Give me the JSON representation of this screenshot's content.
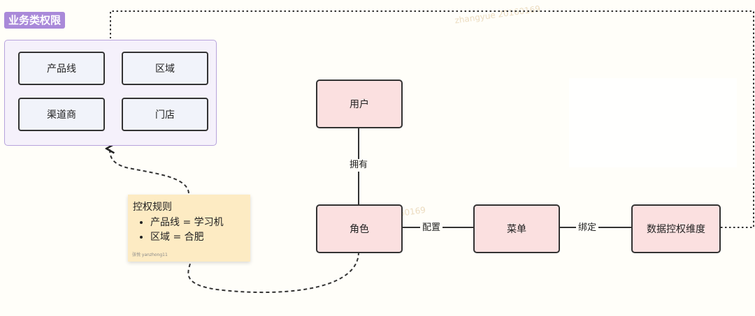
{
  "group": {
    "title": "业务类权限",
    "items": [
      "产品线",
      "区域",
      "渠道商",
      "门店"
    ]
  },
  "nodes": {
    "user": "用户",
    "role": "角色",
    "menu": "菜单",
    "dimension": "数据控权维度"
  },
  "edges": {
    "has": "拥有",
    "configure": "配置",
    "bind": "绑定"
  },
  "note": {
    "title": "控权规则",
    "rules": [
      "产品线 = 学习机",
      "区域 = 合肥"
    ],
    "author": "张悦 yanzhong11"
  },
  "colors": {
    "group_badge": "#a989d9",
    "group_fill": "#f5f1fb",
    "group_border": "#b7a3dc",
    "tag_fill": "#f1f3fa",
    "node_fill": "#fbe0e0",
    "note_fill": "#fdebc3",
    "stroke": "#333333"
  }
}
